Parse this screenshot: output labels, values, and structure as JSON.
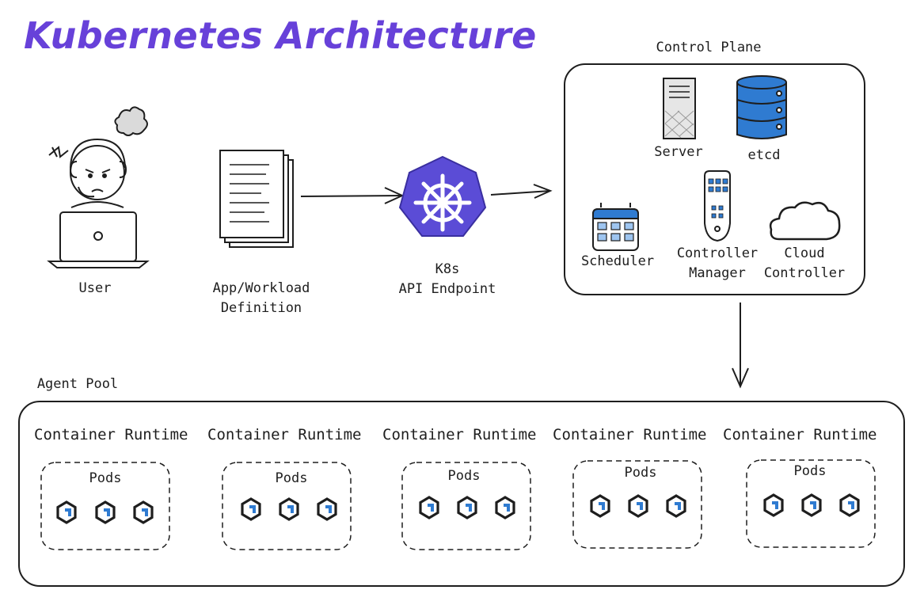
{
  "title": "Kubernetes Architecture",
  "colors": {
    "title": "#6741d9",
    "k8s": "#5b4cd6",
    "pod_icon": "#2f7bd1",
    "etcd": "#2f7bd1",
    "stroke": "#1e1e1e"
  },
  "user": {
    "label": "User",
    "icon": "user-at-laptop-icon"
  },
  "app_definition": {
    "line1": "App/Workload",
    "line2": "Definition",
    "icon": "documents-icon"
  },
  "api_endpoint": {
    "line1": "K8s",
    "line2": "API Endpoint",
    "icon": "kubernetes-helm-icon"
  },
  "control_plane": {
    "label": "Control Plane",
    "components": {
      "server": {
        "label": "Server",
        "icon": "server-icon"
      },
      "etcd": {
        "label": "etcd",
        "icon": "database-icon"
      },
      "scheduler": {
        "label": "Scheduler",
        "icon": "calendar-icon"
      },
      "controller_manager": {
        "line1": "Controller",
        "line2": "Manager",
        "icon": "remote-control-icon"
      },
      "cloud_controller": {
        "line1": "Cloud",
        "line2": "Controller",
        "icon": "cloud-icon"
      }
    }
  },
  "agent_pool": {
    "label": "Agent Pool",
    "nodes": [
      {
        "runtime": "Container Runtime",
        "pods_label": "Pods"
      },
      {
        "runtime": "Container Runtime",
        "pods_label": "Pods"
      },
      {
        "runtime": "Container Runtime",
        "pods_label": "Pods"
      },
      {
        "runtime": "Container Runtime",
        "pods_label": "Pods"
      },
      {
        "runtime": "Container Runtime",
        "pods_label": "Pods"
      }
    ]
  }
}
